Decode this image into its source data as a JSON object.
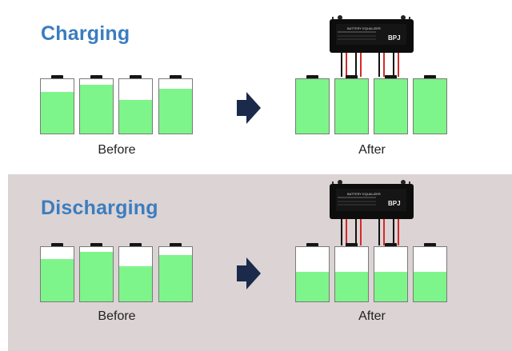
{
  "sections": [
    {
      "id": "charging",
      "title": "Charging",
      "before_label": "Before",
      "after_label": "After",
      "before_levels": [
        0.76,
        0.89,
        0.62,
        0.83
      ],
      "after_levels": [
        1.0,
        1.0,
        1.0,
        1.0
      ]
    },
    {
      "id": "discharging",
      "title": "Discharging",
      "before_label": "Before",
      "after_label": "After",
      "before_levels": [
        0.78,
        0.91,
        0.64,
        0.85
      ],
      "after_levels": [
        0.55,
        0.55,
        0.55,
        0.55
      ]
    }
  ],
  "equalizer": {
    "label": "BATTERY EQUALIZER",
    "brand": "BPJ"
  },
  "colors": {
    "title": "#3b7dbf",
    "fill": "#7ef58a",
    "arrow": "#1b2a4a",
    "discharging_bg": "#dcd3d4"
  }
}
